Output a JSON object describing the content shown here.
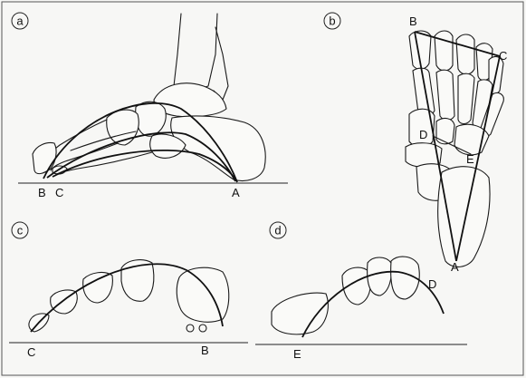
{
  "panels": {
    "a": {
      "badge": "a",
      "points": {
        "A": "A",
        "B": "B",
        "C": "C"
      }
    },
    "b": {
      "badge": "b",
      "points": {
        "A": "A",
        "B": "B",
        "C": "C",
        "D": "D",
        "E": "E"
      }
    },
    "c": {
      "badge": "c",
      "points": {
        "B": "B",
        "C": "C"
      }
    },
    "d": {
      "badge": "d",
      "points": {
        "D": "D",
        "E": "E"
      }
    }
  },
  "colors": {
    "ink": "#1a1a1a",
    "background": "#f7f7f5",
    "frame": "#555555"
  }
}
